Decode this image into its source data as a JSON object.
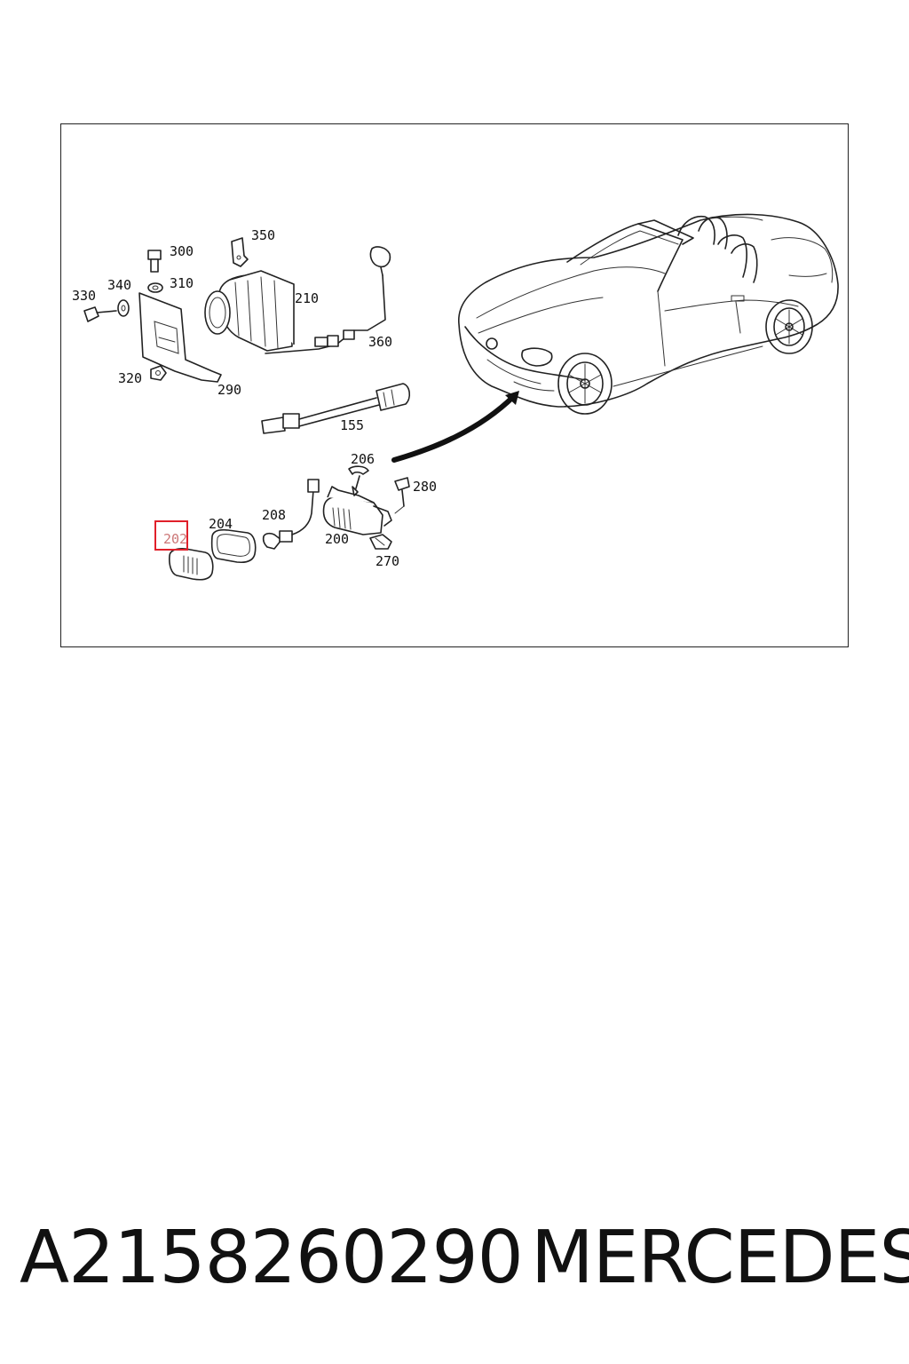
{
  "diagram": {
    "callouts": {
      "c155": "155",
      "c200": "200",
      "c202": "202",
      "c204": "204",
      "c206": "206",
      "c208": "208",
      "c210": "210",
      "c270": "270",
      "c280": "280",
      "c290": "290",
      "c300": "300",
      "c310": "310",
      "c320": "320",
      "c330": "330",
      "c340": "340",
      "c350": "350",
      "c360": "360"
    },
    "highlighted_callout": "202",
    "highlight_color": "#e0202a"
  },
  "caption": {
    "part_number": "A2158260290",
    "brand": "MERCEDES"
  }
}
